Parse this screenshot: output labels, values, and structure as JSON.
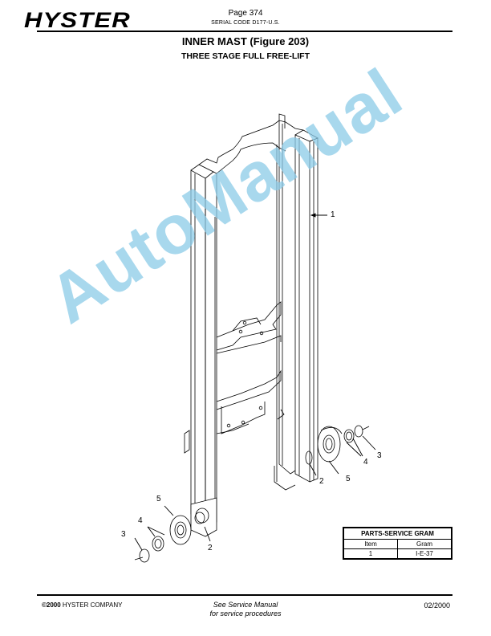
{
  "header": {
    "logo": "HYSTER",
    "page": "Page 374",
    "serial_code": "SERIAL CODE D177-U.S."
  },
  "title": "INNER MAST (Figure 203)",
  "subtitle": "THREE STAGE FULL FREE-LIFT",
  "figure": {
    "callouts": {
      "c1": "1",
      "c2_right": "2",
      "c5_right": "5",
      "c4_right": "4",
      "c3_right": "3",
      "c5_left": "5",
      "c4_left": "4",
      "c3_left": "3",
      "c2_left": "2"
    }
  },
  "parts_service_gram": {
    "title": "PARTS-SERVICE GRAM",
    "columns": [
      "Item",
      "Gram"
    ],
    "rows": [
      {
        "item": "1",
        "gram": "I-E-37"
      }
    ]
  },
  "watermark": "AutoManual",
  "footer": {
    "copyright_year": "©2000",
    "company": " HYSTER COMPANY",
    "note_line1": "See Service Manual",
    "note_line2": "for service procedures",
    "date": "02/2000"
  }
}
